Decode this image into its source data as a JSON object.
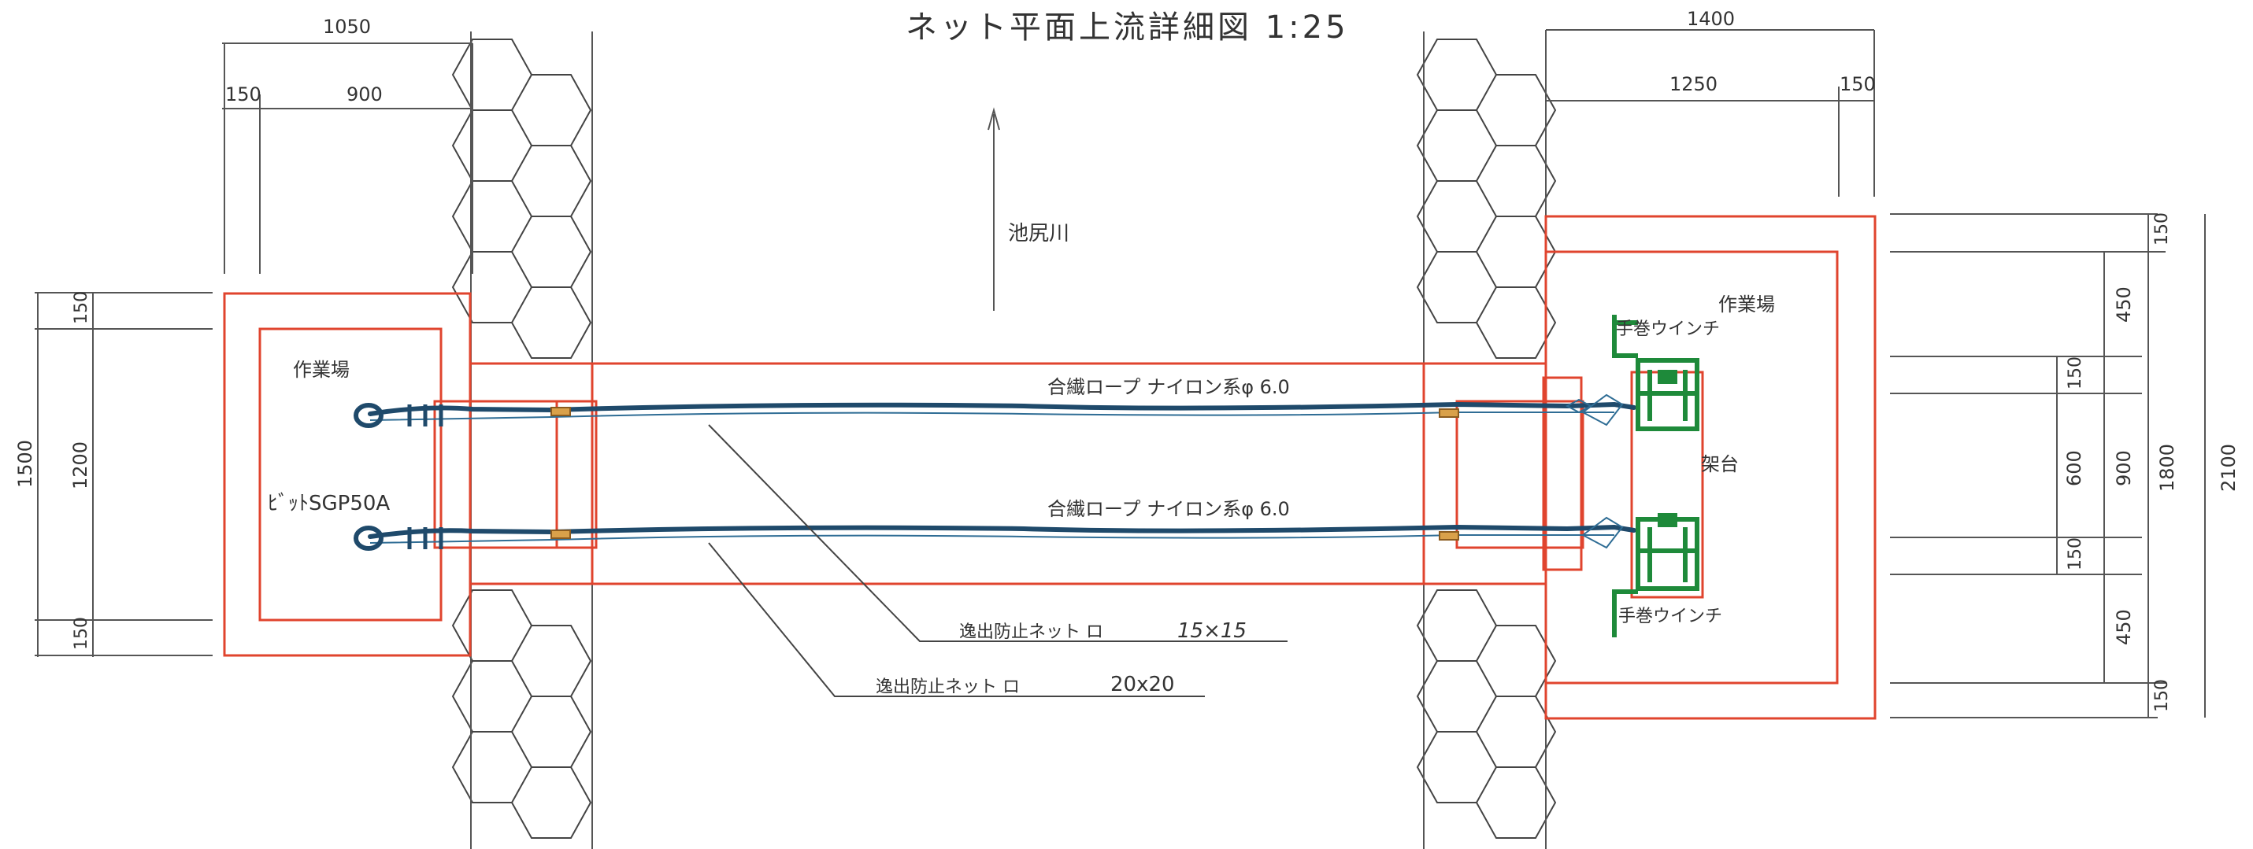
{
  "title": "ネット平面上流詳細図 1:25",
  "river_label": "池尻川",
  "left": {
    "work_area": "作業場",
    "pipe_label": "ﾋﾞｯﾄSGP50A",
    "dims_top": {
      "total": "1050",
      "a": "150",
      "b": "900"
    },
    "dims_side": {
      "total": "1500",
      "a": "150",
      "b": "1200",
      "c": "150"
    }
  },
  "right": {
    "work_area": "作業場",
    "winch_top": "手巻ウインチ",
    "winch_bottom": "手巻ウインチ",
    "frame": "架台",
    "dims_top": {
      "total": "1400",
      "a": "1250",
      "b": "150"
    },
    "dims_side": {
      "outer": "2100",
      "d1800": "1800",
      "d900": "900",
      "d600": "600",
      "d150a": "150",
      "d150b": "150",
      "d450a": "450",
      "d450b": "450",
      "d150c": "150",
      "d150d": "150"
    }
  },
  "ropes": {
    "upper": "合繊ロープ ナイロン系φ 6.0",
    "lower": "合繊ロープ ナイロン系φ 6.0"
  },
  "nets": {
    "net1_label": "逸出防止ネット ロ",
    "net1_size": "15×15",
    "net2_label": "逸出防止ネット ロ",
    "net2_size": "20x20"
  },
  "colors": {
    "outline": "#e0442e",
    "rope": "#1f4a6b",
    "winch": "#1e8a3a"
  }
}
